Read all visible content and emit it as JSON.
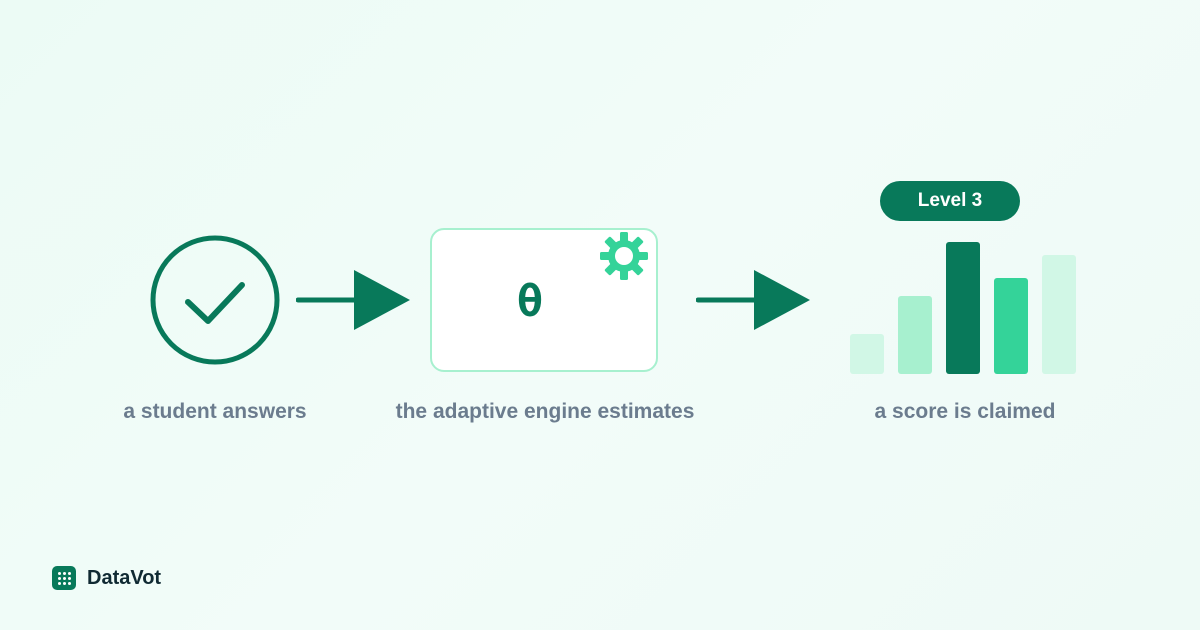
{
  "steps": [
    {
      "label": "a student answers"
    },
    {
      "label": "the adaptive engine estimates"
    },
    {
      "label": "a score is claimed"
    }
  ],
  "engine": {
    "symbol": "θ"
  },
  "score": {
    "badge": "Level 3",
    "levels": [
      0.3,
      0.59,
      1.0,
      0.73,
      0.9
    ],
    "highlighted_index": 2
  },
  "icons": {
    "answer": "check-circle-icon",
    "engine": "gear-icon",
    "arrows": "arrow-right-icon",
    "brand": "grid-dots-icon"
  },
  "colors": {
    "primary": "#08795a",
    "accent": "#34d399",
    "light": "#a7f0cf",
    "pale": "#d1f7e6",
    "label": "#6b7c8e"
  },
  "brand": {
    "name": "DataVot"
  }
}
